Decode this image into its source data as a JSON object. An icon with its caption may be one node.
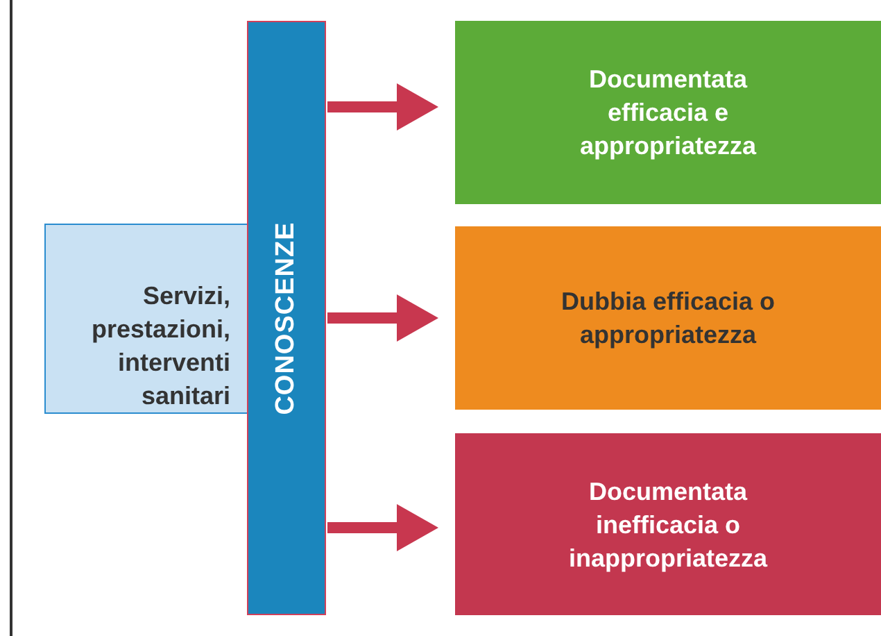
{
  "diagram": {
    "nodes": [
      {
        "text": [
          "Servizi, prestazioni, interventi sanitari"
        ]
      },
      {
        "text": [
          "CONOSCENZE"
        ]
      },
      {
        "text": [
          "Documentata efficacia e appropriatezza"
        ]
      },
      {
        "text": [
          "Dubbia efficacia o appropriatezza"
        ]
      },
      {
        "text": [
          "Documentata inefficacia o inappropriatezza"
        ]
      }
    ],
    "edges": [
      {
        "from": 1,
        "to": 2,
        "arrow": "to"
      },
      {
        "from": 1,
        "to": 3,
        "arrow": "to"
      },
      {
        "from": 1,
        "to": 4,
        "arrow": "to"
      }
    ]
  }
}
